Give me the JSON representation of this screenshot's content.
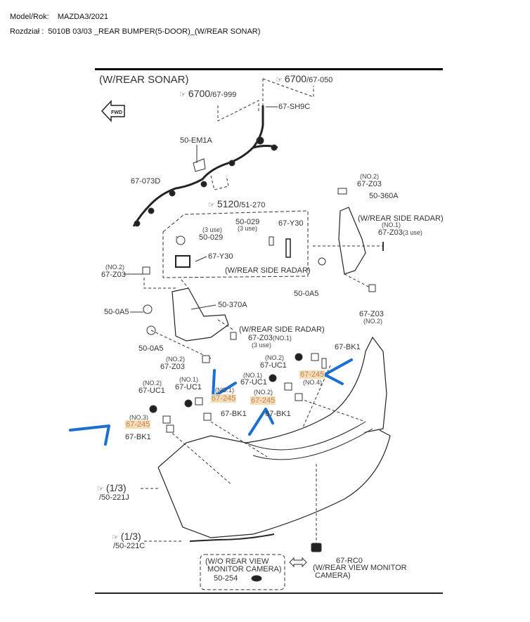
{
  "header": {
    "model_label": "Model/Rok:",
    "model_value": "MAZDA3/2021",
    "section_label": "Rozdział :",
    "section_value": "5010B 03/03 _REAR BUMPER(5-DOOR)_(W/REAR SONAR)"
  },
  "diagram": {
    "title": "(W/REAR SONAR)",
    "fwd_icon": "fwd-arrow-icon",
    "refs": {
      "r6700a_num": "6700",
      "r6700a_code": "/67-999",
      "r6700b_num": "6700",
      "r6700b_code": "/67-050",
      "r5120_num": "5120",
      "r5120_code": "/51-270",
      "r221j_num": "(1/3)",
      "r221j_code": "/50-221J",
      "r221c_num": "(1/3)",
      "r221c_code": "/50-221C"
    },
    "labels": {
      "sh9c": "67-SH9C",
      "em1a": "50-EM1A",
      "o73d": "67-073D",
      "z03_top_note": "(NO.2)",
      "z03_top": "67-Z03",
      "s360a": "50-360A",
      "side_radar_right": "(W/REAR SIDE RADAR)",
      "z03_right_note": "(NO.1)",
      "z03_right": "67-Z03",
      "z03_right_use": "(3 use)",
      "s029_r": "50-029",
      "s029_r_use": "(3 use)",
      "y30_r": "67-Y30",
      "s029_l_use": "(3 use)",
      "s029_l": "50-029",
      "y30_l": "67-Y30",
      "side_radar_box": "(W/REAR SIDE RADAR)",
      "z03_left_note": "(NO.2)",
      "z03_left": "67-Z03",
      "a5_right": "50-0A5",
      "z03_br": "67-Z03",
      "z03_br_note": "(NO.2)",
      "a5_l1": "50-0A5",
      "s370a": "50-370A",
      "a5_l2": "50-0A5",
      "side_radar_mid": "(W/REAR SIDE RADAR)",
      "z03_mid": "67-Z03",
      "z03_mid_note": "(NO.1)",
      "z03_mid_use": "(3 use)",
      "z03_low_note": "(NO.2)",
      "z03_low": "67-Z03",
      "bk1_top": "67-BK1",
      "uc1_a_note": "(NO.2)",
      "uc1_a": "67-UC1",
      "s245_no4": "67-245",
      "s245_no4_note": "(NO.4)",
      "uc1_b_note": "(NO.1)",
      "uc1_b": "67-UC1",
      "uc1_c_note": "(NO.1)",
      "uc1_c": "67-UC1",
      "uc1_d_note": "(NO.2)",
      "uc1_d": "67-UC1",
      "s245_no1_note": "(NO.1)",
      "s245_no1": "67-245",
      "s245_no2_note": "(NO.2)",
      "s245_no2": "67-245",
      "bk1_mid": "67-BK1",
      "bk1_mid2": "67-BK1",
      "s245_no3_note": "(NO.3)",
      "s245_no3": "67-245",
      "bk1_left": "67-BK1",
      "rc0": "67-RC0",
      "rc0_note1": "(W/REAR VIEW MONITOR",
      "rc0_note2": "CAMERA)",
      "wo_cam1": "(W/O REAR VIEW",
      "wo_cam2": "MONITOR CAMERA)",
      "s254": "50-254"
    },
    "annotation_color": "#1a6fd0",
    "highlight_color": "#f7dcb8"
  }
}
